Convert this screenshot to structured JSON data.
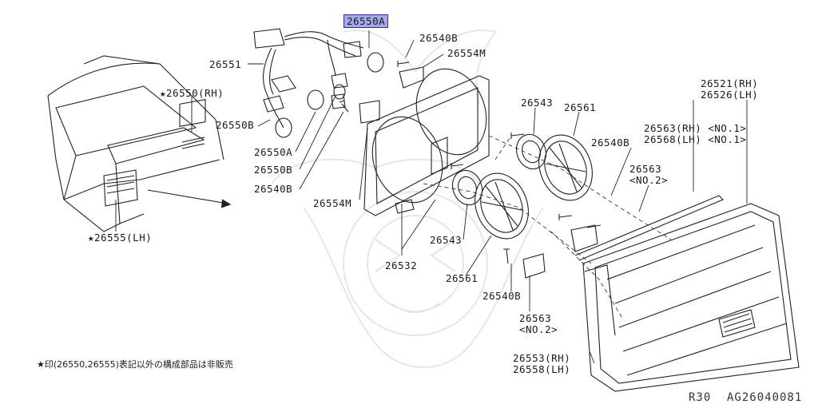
{
  "highlight_color": "#a7a8e6",
  "labels": {
    "p26550A_top": "26550A",
    "p26540B_top": "26540B",
    "p26554M_top": "26554M",
    "p26551": "26551",
    "p26550RH": "★26550(RH)",
    "p26550B_left": "26550B",
    "p26550A_mid": "26550A",
    "p26550B_mid": "26550B",
    "p26540B_mid": "26540B",
    "p26554M_mid": "26554M",
    "p26555LH": "★26555(LH)",
    "p26543_top": "26543",
    "p26561_top": "26561",
    "p26540B_right": "26540B",
    "p26563_no2_line1": "26563",
    "p26563_no2_line2": "<NO.2>",
    "p26521": "26521(RH)",
    "p26526": "26526(LH)",
    "p26563_no1": "26563(RH) <NO.1>",
    "p26568_no1": "26568(LH) <NO.1>",
    "p26543_low": "26543",
    "p26532": "26532",
    "p26561_low": "26561",
    "p26540B_low": "26540B",
    "p26563_low_line1": "26563",
    "p26563_low_line2": "<NO.2>",
    "p26553": "26553(RH)",
    "p26558": "26558(LH)",
    "footnote": "★印(26550,26555)表記以外の構成部品は非販売",
    "model": "R30",
    "diagram_code": "AG26040081"
  }
}
